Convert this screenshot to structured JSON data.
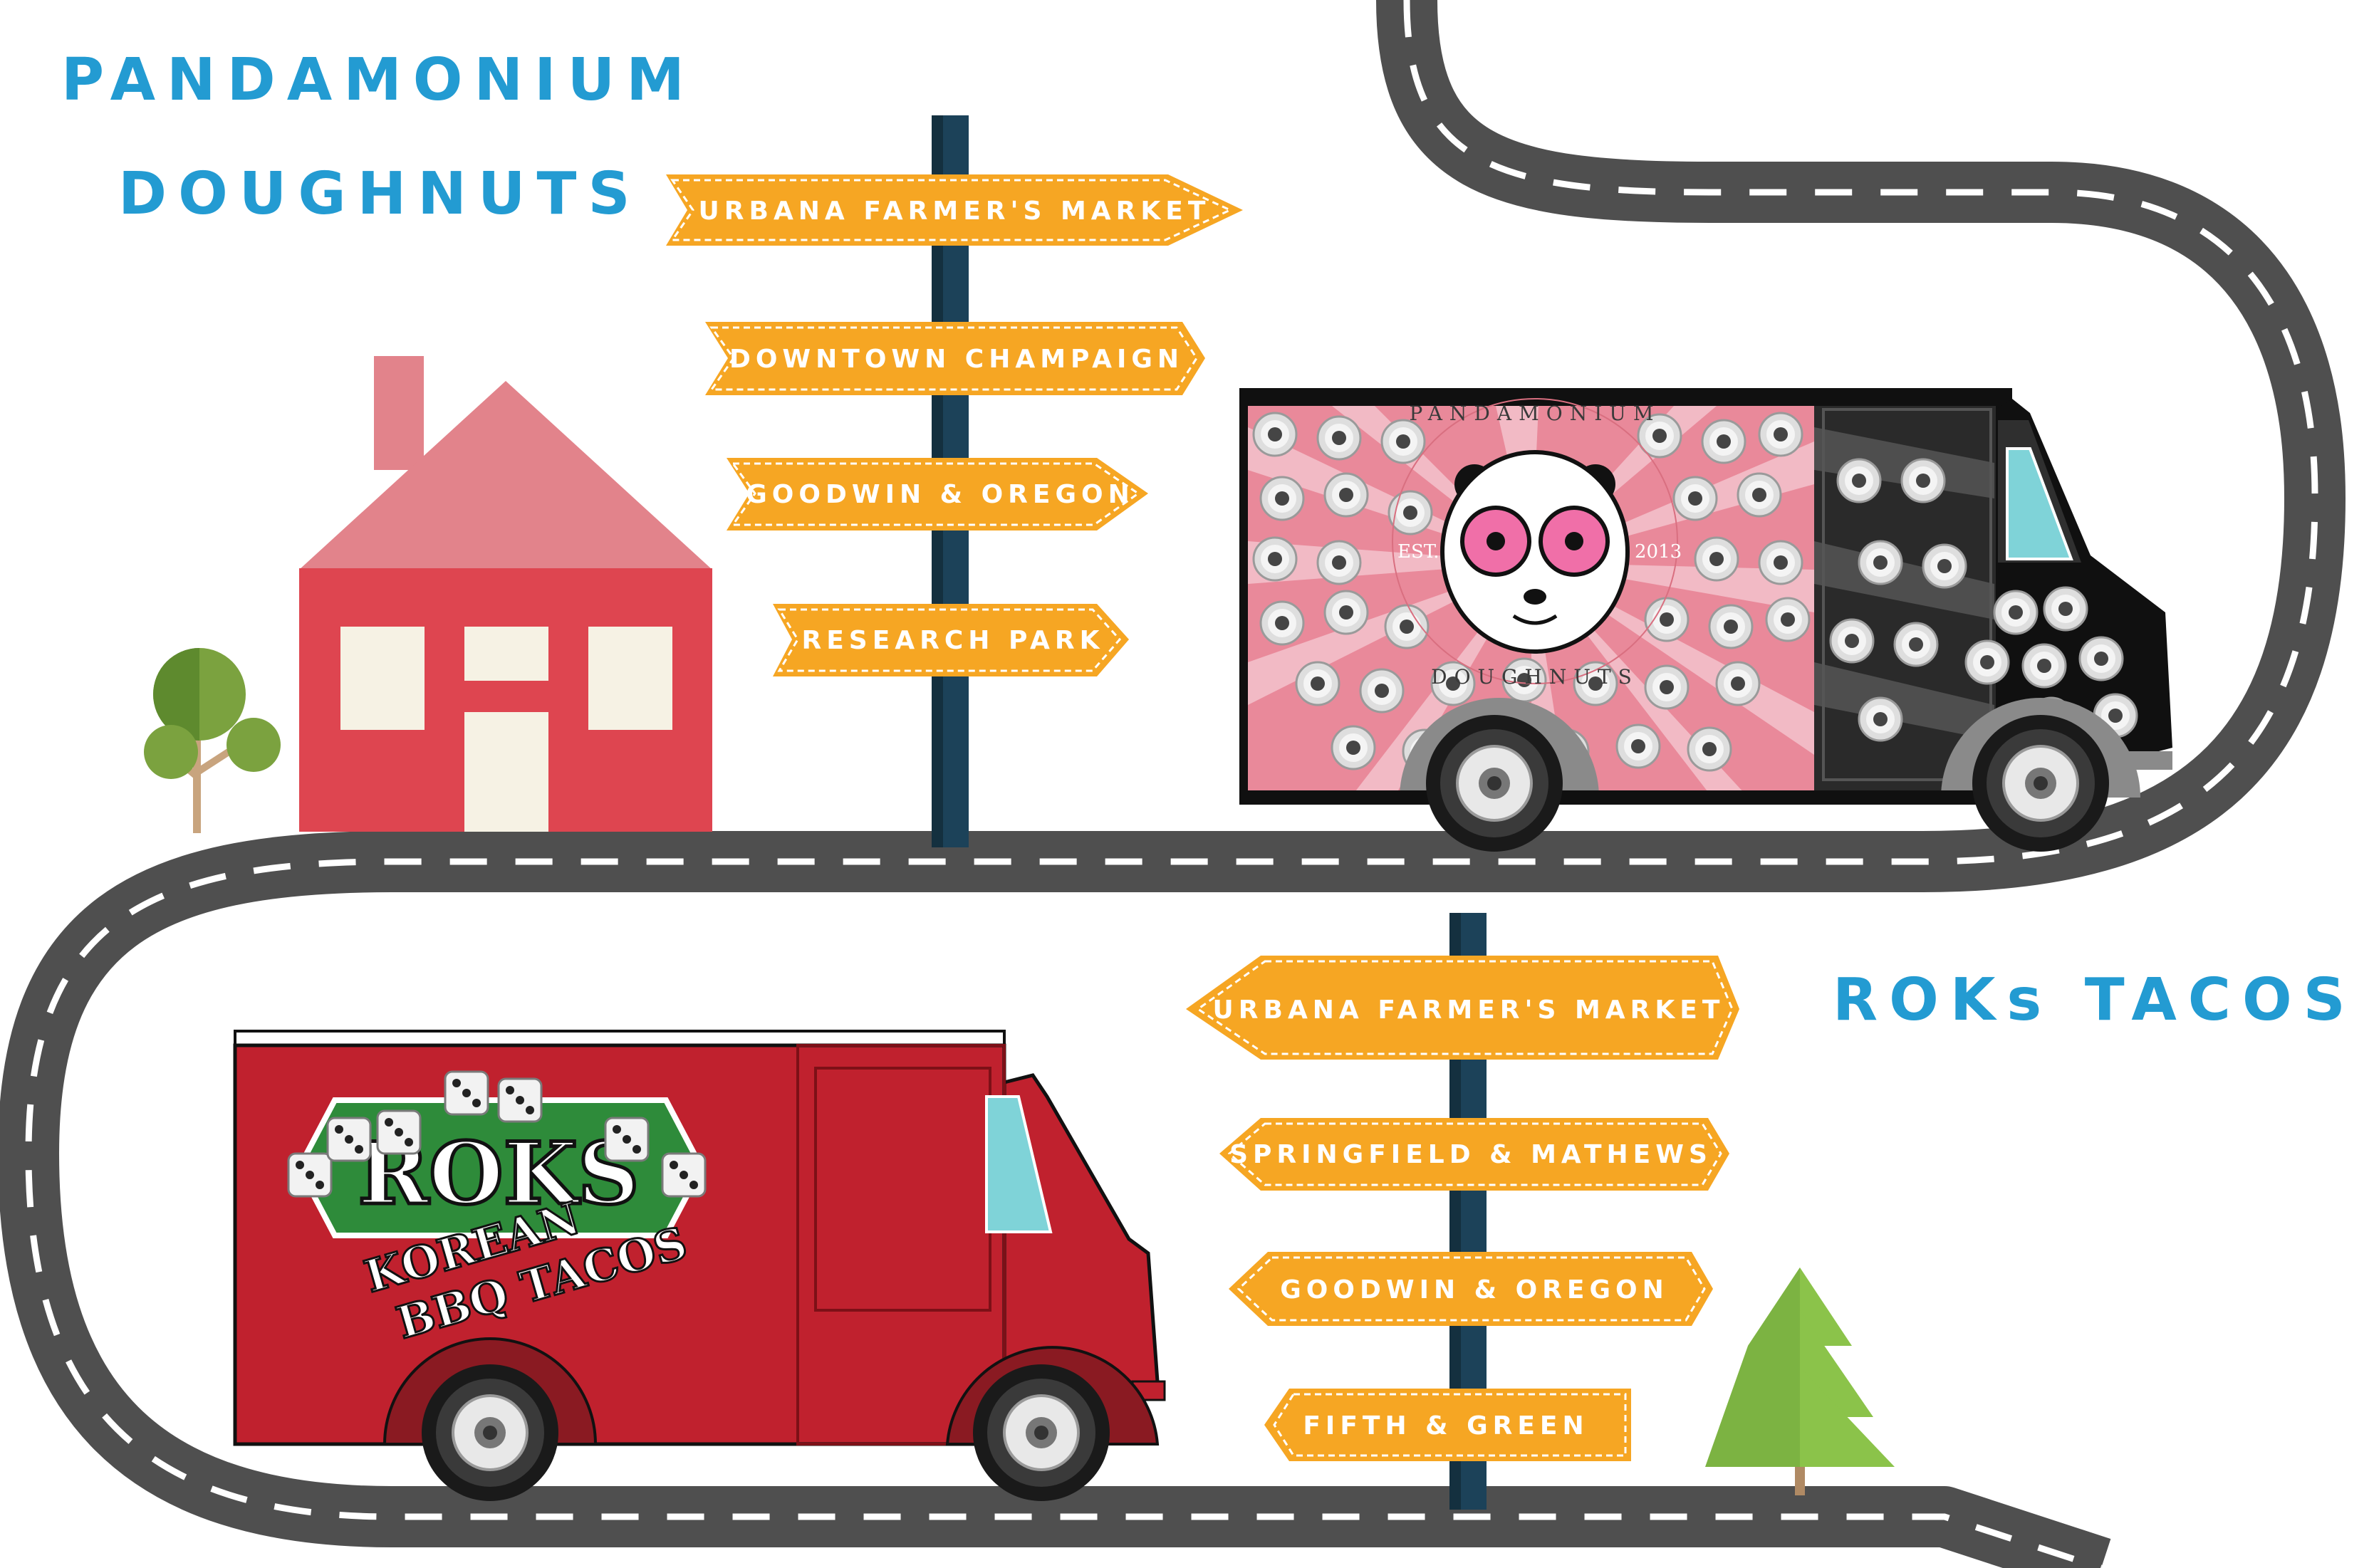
{
  "top_business": {
    "title_line1": "PANDAMONIUM",
    "title_line2": "DOUGHNUTS",
    "locations": [
      "URBANA FARMER'S MARKET",
      "DOWNTOWN CHAMPAIGN",
      "GOODWIN & OREGON",
      "RESEARCH PARK"
    ],
    "truck_logo": {
      "ring_top": "PANDAMONIUM",
      "ring_bottom": "DOUGHNUTS",
      "est": "EST.",
      "year": "2013"
    }
  },
  "bottom_business": {
    "title": "ROKs TACOS",
    "locations": [
      "URBANA FARMER'S MARKET",
      "SPRINGFIELD & MATHEWS",
      "GOODWIN & OREGON",
      "FIFTH & GREEN"
    ],
    "truck_logo": {
      "name": "ROKS",
      "line1": "KOREAN",
      "line2": "BBQ TACOS"
    }
  },
  "colors": {
    "title": "#239bd2",
    "sign": "#f6a623",
    "post": "#1c4259",
    "road": "#4f4f4f",
    "house": "#de4550",
    "roof": "#e2838b",
    "roks_truck": "#c0212e",
    "panda_truck_pink": "#e9899a",
    "panda_truck_black": "#101010"
  },
  "icons": [
    "house-icon",
    "tree-icon",
    "pine-tree-icon",
    "signpost-icon",
    "food-truck-icon",
    "panda-icon",
    "dice-icon",
    "road-icon"
  ]
}
